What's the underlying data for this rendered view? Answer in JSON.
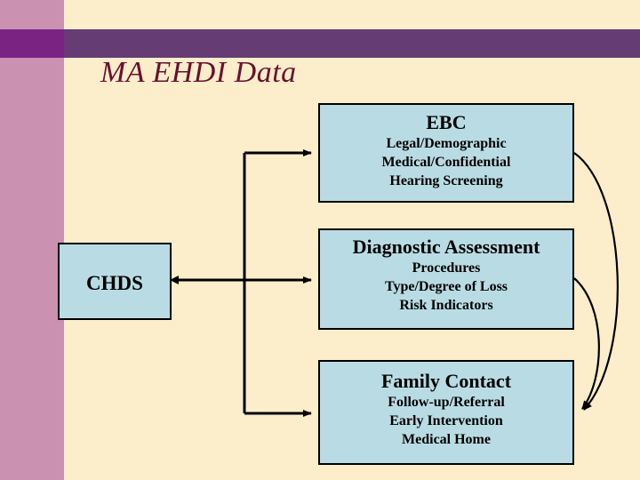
{
  "slide": {
    "title": "MA EHDI Data",
    "background_color": "#fdeecb",
    "stripe_color": "#cb91b0",
    "band_color_left": "#7b2382",
    "band_color_right": "#663c75",
    "title_color": "#6b1030",
    "box_fill": "#b9dce4",
    "box_border": "#000000",
    "connector_color": "#000000"
  },
  "boxes": {
    "chds": {
      "title": "CHDS",
      "lines": []
    },
    "ebc": {
      "title": "EBC",
      "lines": [
        "Legal/Demographic",
        "Medical/Confidential",
        "Hearing Screening"
      ]
    },
    "diagnostic": {
      "title": "Diagnostic Assessment",
      "lines": [
        "Procedures",
        "Type/Degree of Loss",
        "Risk Indicators"
      ]
    },
    "family": {
      "title": "Family Contact",
      "lines": [
        "Follow-up/Referral",
        "Early Intervention",
        "Medical Home"
      ]
    }
  },
  "connectors": [
    {
      "name": "trunk-to-ebc",
      "from": "CHDS bus",
      "to": "EBC"
    },
    {
      "name": "chds-to-diagnostic",
      "from": "CHDS",
      "to": "Diagnostic Assessment"
    },
    {
      "name": "trunk-to-family",
      "from": "CHDS bus",
      "to": "Family Contact"
    },
    {
      "name": "ebc-to-family-curve",
      "from": "EBC",
      "to": "Family Contact"
    },
    {
      "name": "diagnostic-to-family-curve",
      "from": "Diagnostic Assessment",
      "to": "Family Contact"
    }
  ]
}
